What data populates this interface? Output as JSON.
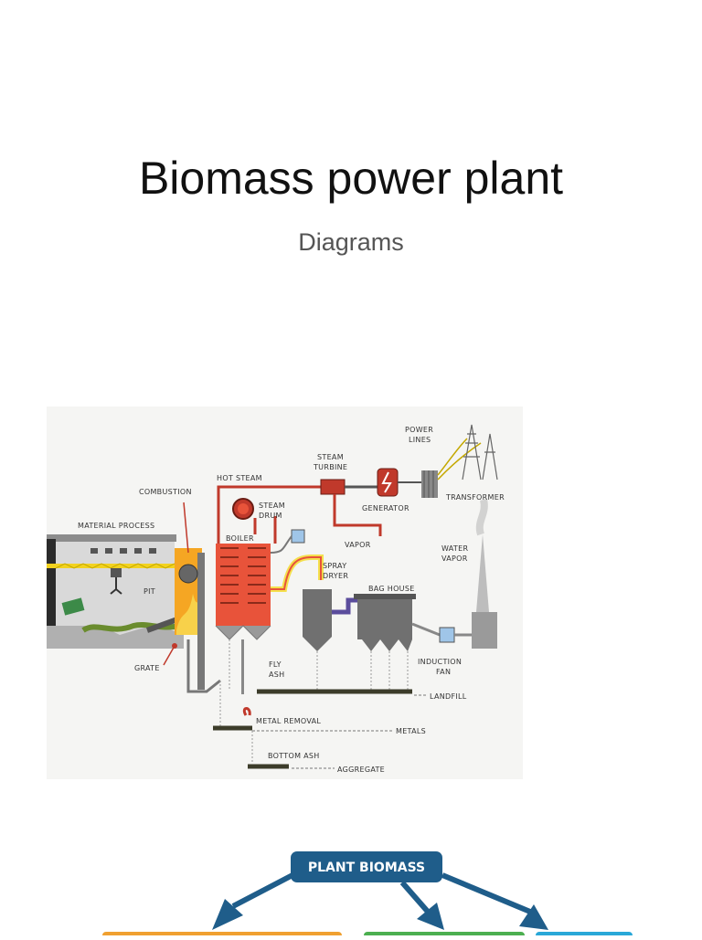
{
  "title": "Biomass power plant",
  "subtitle": "Diagrams",
  "diagram": {
    "labels": {
      "power": "POWER",
      "lines": "LINES",
      "steam": "STEAM",
      "turbine": "TURBINE",
      "hot_steam": "HOT STEAM",
      "combustion": "COMBUSTION",
      "steam_drum_1": "STEAM",
      "steam_drum_2": "DRUM",
      "generator": "GENERATOR",
      "transformer": "TRANSFORMER",
      "material_process": "MATERIAL PROCESS",
      "boiler": "BOILER",
      "vapor": "VAPOR",
      "water": "WATER",
      "water_vapor": "VAPOR",
      "spray": "SPRAY",
      "dryer": "DRYER",
      "bag_house": "BAG HOUSE",
      "pit": "PIT",
      "grate": "GRATE",
      "fly": "FLY",
      "ash": "ASH",
      "induction": "INDUCTION",
      "fan": "FAN",
      "landfill": "LANDFILL",
      "metal_removal": "METAL REMOVAL",
      "metals": "METALS",
      "bottom_ash": "BOTTOM ASH",
      "aggregate": "AGGREGATE"
    },
    "colors": {
      "boiler": "#e8533a",
      "furnace": "#f5a623",
      "steam_pipe": "#c0392b",
      "duct_yellow": "#f4e04d",
      "equipment_gray": "#707070",
      "crane_yellow": "#f2d21f",
      "purple_duct": "#5b4d9c"
    }
  },
  "flowchart": {
    "root_label": "PLANT BIOMASS",
    "colors": {
      "root": "#1f5d8a",
      "arrow": "#1f5d8a",
      "left_box": "#f0a030",
      "middle_box": "#4caf50",
      "right_box": "#29a8d8"
    }
  }
}
